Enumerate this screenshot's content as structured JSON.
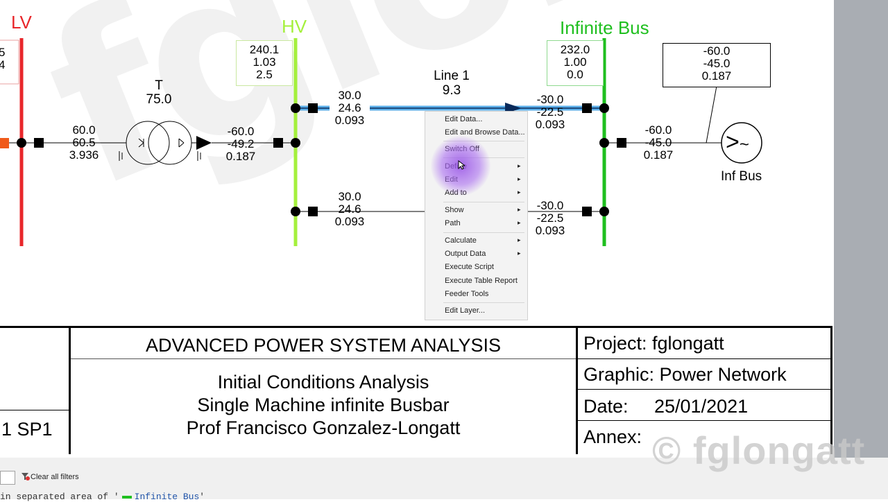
{
  "diagram": {
    "watermark": "fglongatt",
    "buses": {
      "lv": {
        "label": "LV",
        "color": "#e8262a"
      },
      "hv": {
        "label": "HV",
        "color": "#a4f03c"
      },
      "inf": {
        "label": "Infinite Bus",
        "color": "#1fbf1f"
      }
    },
    "lv_partial": {
      "v1": "5",
      "v2": "4"
    },
    "hv_box": {
      "v": "240.1",
      "u": "1.03",
      "a": "2.5"
    },
    "inf_box": {
      "v": "232.0",
      "u": "1.00",
      "a": "0.0"
    },
    "gen_box": {
      "p": "-60.0",
      "q": "-45.0",
      "i": "0.187"
    },
    "transformer": {
      "name": "T",
      "loading": "75.0"
    },
    "lv_flow": {
      "p": "60.0",
      "q": "60.5",
      "i": "3.936"
    },
    "hv_trafo_flow": {
      "p": "-60.0",
      "q": "-49.2",
      "i": "0.187"
    },
    "line1": {
      "name": "Line 1",
      "loading": "9.3"
    },
    "line1_hv": {
      "p": "30.0",
      "q": "24.6",
      "i": "0.093"
    },
    "line1_inf": {
      "p": "-30.0",
      "q": "-22.5",
      "i": "0.093"
    },
    "line2_hv": {
      "p": "30.0",
      "q": "24.6",
      "i": "0.093"
    },
    "line2_inf": {
      "p": "-30.0",
      "q": "-22.5",
      "i": "0.093"
    },
    "inf_gen_flow": {
      "p": "-60.0",
      "q": "-45.0",
      "i": "0.187"
    },
    "generator": {
      "name": "Inf Bus",
      "symbol": "~"
    }
  },
  "context_menu": {
    "items": [
      {
        "label": "Edit Data...",
        "submenu": false
      },
      {
        "label": "Edit and Browse Data...",
        "submenu": false
      },
      {
        "label": "Switch Off",
        "submenu": false
      },
      {
        "label": "Define",
        "submenu": true
      },
      {
        "label": "Edit",
        "submenu": true
      },
      {
        "label": "Add to",
        "submenu": true
      },
      {
        "label": "Show",
        "submenu": true
      },
      {
        "label": "Path",
        "submenu": true
      },
      {
        "label": "Calculate",
        "submenu": true
      },
      {
        "label": "Output Data",
        "submenu": true
      },
      {
        "label": "Execute Script",
        "submenu": false
      },
      {
        "label": "Execute Table Report",
        "submenu": false
      },
      {
        "label": "Feeder Tools",
        "submenu": false
      },
      {
        "label": "Edit Layer...",
        "submenu": false
      }
    ],
    "submenu_arrow": "▸"
  },
  "title_block": {
    "left_label": "1 SP1",
    "main_title": "ADVANCED POWER SYSTEM ANALYSIS",
    "subtitle_1": "Initial Conditions Analysis",
    "subtitle_2": "Single Machine infinite Busbar",
    "subtitle_3": "Prof Francisco Gonzalez-Longatt",
    "project": "Project: fglongatt",
    "graphic": "Graphic: Power Network",
    "date_label": "Date:",
    "date_value": "25/01/2021",
    "annex": "Annex:"
  },
  "bottom_bar": {
    "clear_filters": "Clear all filters",
    "status": "in separated area of '",
    "status_bus": "Infinite Bus",
    "status_end": "'"
  },
  "overlay_watermark": "© fglongatt"
}
